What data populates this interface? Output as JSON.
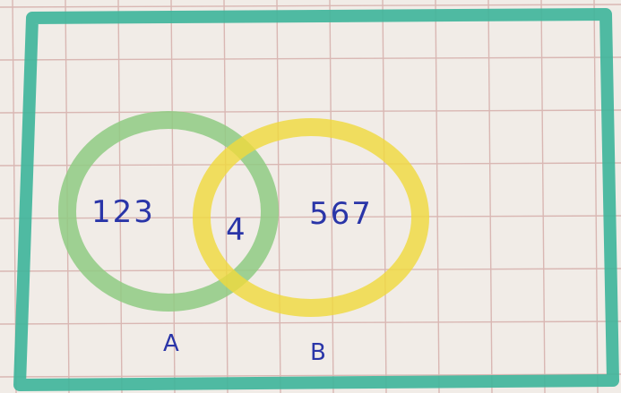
{
  "venn": {
    "only_a": "123",
    "intersection": "4",
    "only_b": "567",
    "label_a": "A",
    "label_b": "B"
  },
  "colors": {
    "paper": "#f1ece7",
    "grid": "#d9b7b3",
    "universe_border": "#3db59a",
    "circle_a": "#8fcb83",
    "circle_b": "#f0d93c",
    "ink": "#2a35a8"
  }
}
